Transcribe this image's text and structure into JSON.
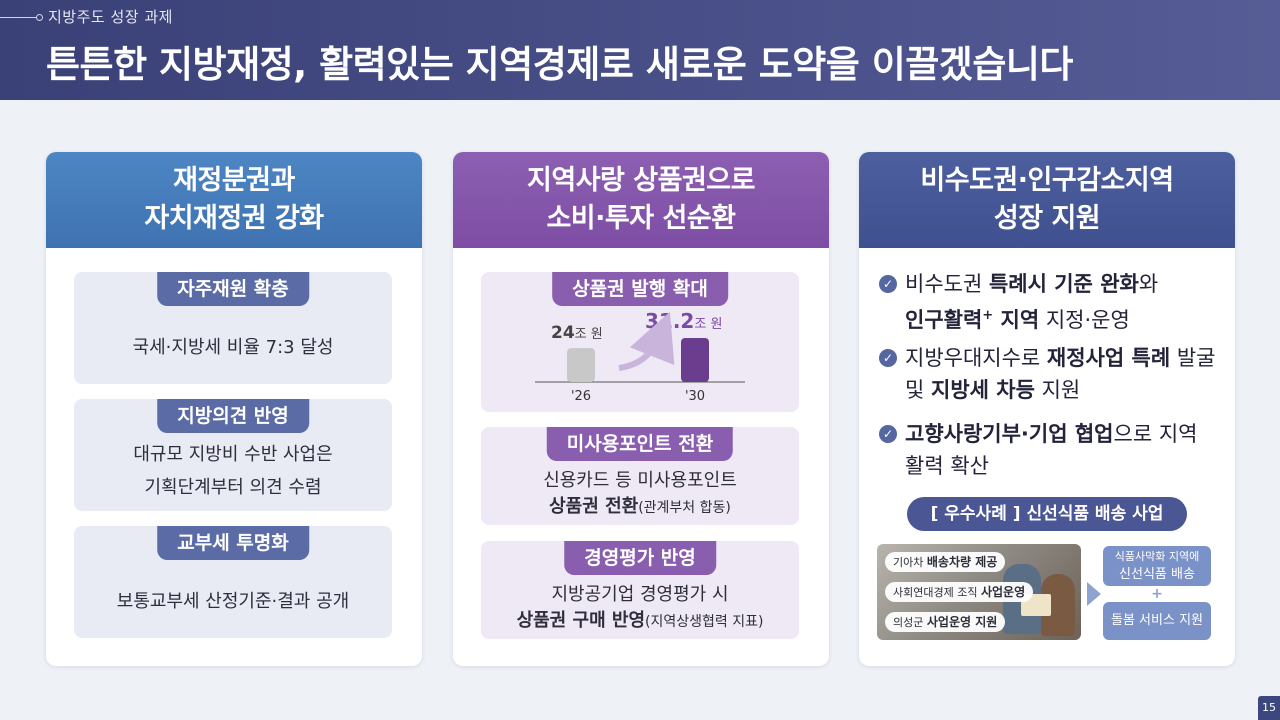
{
  "header": {
    "subtitle": "지방주도 성장 과제",
    "title": "튼튼한 지방재정, 활력있는 지역경제로 새로운 도약을 이끌겠습니다"
  },
  "col1": {
    "head_line1": "재정분권과",
    "head_line2": "자치재정권 강화",
    "cards": [
      {
        "pill": "자주재원 확충",
        "line1": "국세·지방세 비율 7:3 달성"
      },
      {
        "pill": "지방의견 반영",
        "line1": "대규모 지방비 수반 사업은",
        "line2": "기획단계부터 의견 수렴"
      },
      {
        "pill": "교부세 투명화",
        "line1": "보통교부세 산정기준·결과 공개"
      }
    ]
  },
  "col2": {
    "head_line1": "지역사랑 상품권으로",
    "head_line2": "소비·투자 선순환",
    "card1_pill": "상품권 발행 확대",
    "card2": {
      "pill": "미사용포인트 전환",
      "line1": "신용카드 등 미사용포인트",
      "line2_bold": "상품권 전환",
      "line2_small": "(관계부처 합동)"
    },
    "card3": {
      "pill": "경영평가 반영",
      "line1": "지방공기업 경영평가 시",
      "line2_bold": "상품권 구매 반영",
      "line2_small": "(지역상생협력 지표)"
    }
  },
  "chart_data": {
    "type": "bar",
    "categories": [
      "'26",
      "'30"
    ],
    "values": [
      24,
      31.2
    ],
    "value_labels": [
      "24",
      "31.2"
    ],
    "unit": "조 원",
    "colors": [
      "#c8c8c8",
      "#6a3d8f"
    ],
    "title": "",
    "xlabel": "",
    "ylabel": ""
  },
  "col3": {
    "head_line1": "비수도권·인구감소지역",
    "head_line2": "성장 지원",
    "bullet1": {
      "t1": "비수도권 ",
      "b1": "특례시 기준 완화",
      "t2": "와",
      "b2": "인구활력",
      "sup": "+",
      "b3": " 지역",
      "t3": " 지정·운영"
    },
    "bullet2": {
      "t1": "지방우대지수로 ",
      "b1": "재정사업 특례",
      "t2": " 발굴 및 ",
      "b2": "지방세 차등",
      "t3": " 지원"
    },
    "bullet3": {
      "b1": "고향사랑기부·기업 협업",
      "t1": "으로 지역 활력 확산"
    },
    "best_label": "[ 우수사례 ]  신선식품 배송 사업",
    "tags": [
      {
        "small": "기아차 ",
        "bold": "배송차량 제공"
      },
      {
        "small": "사회연대경제 조직 ",
        "bold": "사업운영"
      },
      {
        "small": "의성군 ",
        "bold": "사업운영 지원"
      }
    ],
    "result1_line1": "식품사막화 지역에",
    "result1_line2": "신선식품 배송",
    "result_plus": "+",
    "result2": "돌봄 서비스 지원"
  },
  "page_number": "15"
}
